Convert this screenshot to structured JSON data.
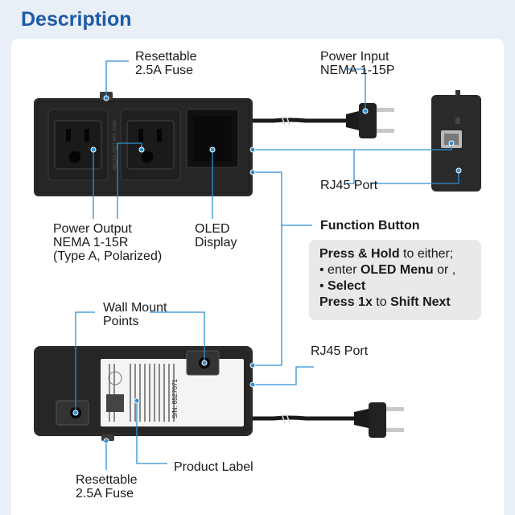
{
  "header": {
    "title": "Description"
  },
  "labels": {
    "fuse_top_1": "Resettable",
    "fuse_top_2": "2.5A Fuse",
    "power_input_1": "Power Input",
    "power_input_2": "NEMA 1-15P",
    "rj45_top": "RJ45 Port",
    "power_output_1": "Power Output",
    "power_output_2": "NEMA 1-15R",
    "power_output_3": "(Type A, Polarized)",
    "oled_1": "OLED",
    "oled_2": "Display",
    "function_button": "Function Button",
    "wall_mount_1": "Wall Mount",
    "wall_mount_2": "Points",
    "rj45_bottom": "RJ45 Port",
    "product_label": "Product Label",
    "fuse_bottom_1": "Resettable",
    "fuse_bottom_2": "2.5A Fuse"
  },
  "info_box": {
    "line1_bold": "Press & Hold",
    "line1_rest": " to either;",
    "line2_prefix": "• enter ",
    "line2_bold": "OLED Menu",
    "line2_rest": " or ,",
    "line3_prefix": "• ",
    "line3_bold": "Select",
    "line4_bold": "Press 1x",
    "line4_mid": " to ",
    "line4_bold2": "Shift Next"
  },
  "device_markings": {
    "outlet_rating": "MAX 15A 125V 1875W",
    "serial": "S/N: 8527071"
  },
  "colors": {
    "title": "#1d5aa5",
    "leader_line": "#2f8fd6",
    "device": "#2b2b2b",
    "background": "#e8eff7"
  }
}
